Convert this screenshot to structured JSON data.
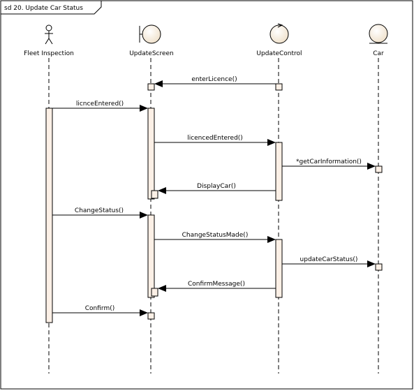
{
  "frame": {
    "title": "sd 20. Update Car Status"
  },
  "participants": [
    {
      "id": "fleet",
      "name": "Fleet Inspection",
      "kind": "actor"
    },
    {
      "id": "screen",
      "name": "UpdateScreen",
      "kind": "boundary"
    },
    {
      "id": "control",
      "name": "UpdateControl",
      "kind": "control"
    },
    {
      "id": "car",
      "name": "Car",
      "kind": "entity"
    }
  ],
  "messages": [
    {
      "label": "enterLicence()",
      "from": "control",
      "to": "screen"
    },
    {
      "label": "licnceEntered()",
      "from": "fleet",
      "to": "screen"
    },
    {
      "label": "licencedEntered()",
      "from": "screen",
      "to": "control"
    },
    {
      "label": "*getCarInformation()",
      "from": "control",
      "to": "car"
    },
    {
      "label": "DisplayCar()",
      "from": "control",
      "to": "screen"
    },
    {
      "label": "ChangeStatus()",
      "from": "fleet",
      "to": "screen"
    },
    {
      "label": "ChangeStatusMade()",
      "from": "screen",
      "to": "control"
    },
    {
      "label": "updateCarStatus()",
      "from": "control",
      "to": "car"
    },
    {
      "label": "ConfirmMessage()",
      "from": "control",
      "to": "screen"
    },
    {
      "label": "Confirm()",
      "from": "fleet",
      "to": "screen"
    }
  ],
  "colors": {
    "activation_fill": "#fcf0e6",
    "line": "#000000",
    "lifeline": "#000000"
  }
}
